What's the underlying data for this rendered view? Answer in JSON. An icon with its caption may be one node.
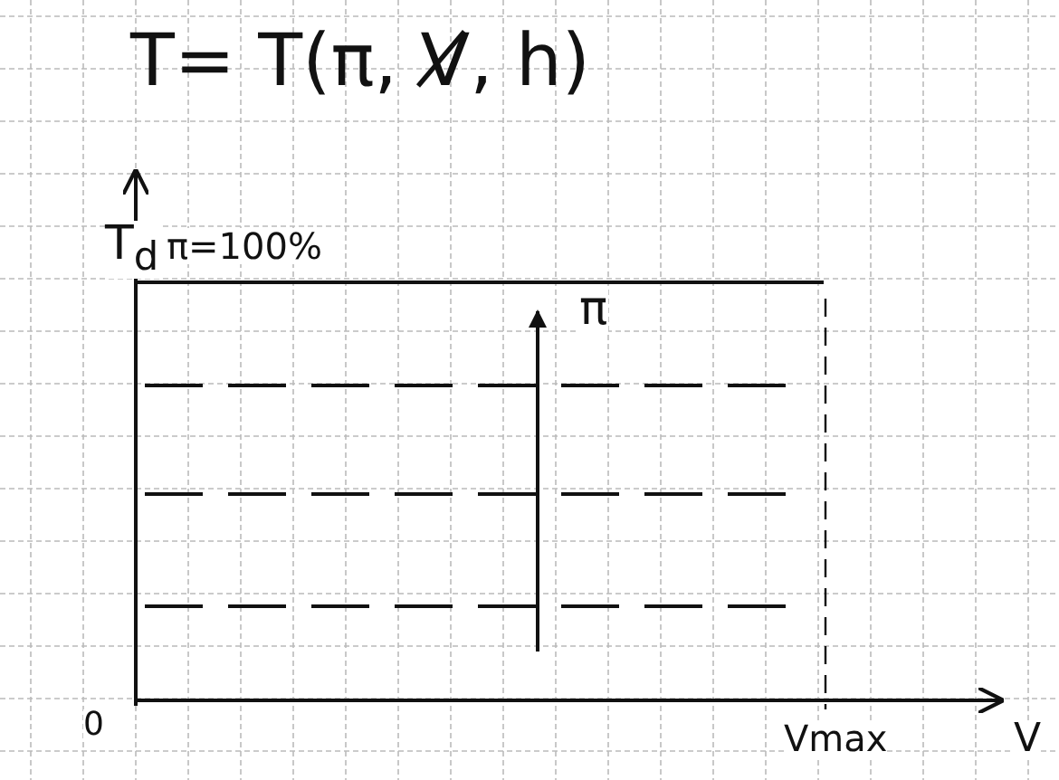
{
  "diagram": {
    "title": "T= T(π, V̸, h)",
    "labels": [
      "T$_{d}$",
      "π=100%",
      "π",
      "0",
      "Vmax",
      "V"
    ]
  }
}
